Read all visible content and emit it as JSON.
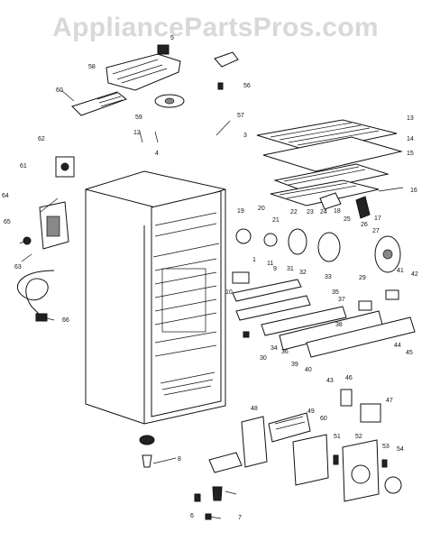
{
  "watermark": "AppliancePartsPros.com",
  "labels": [
    "58",
    "5",
    "60",
    "56",
    "59",
    "57",
    "3",
    "12",
    "4",
    "13",
    "14",
    "15",
    "16",
    "62",
    "61",
    "64",
    "65",
    "63",
    "66",
    "18",
    "19",
    "20",
    "21",
    "22",
    "23",
    "24",
    "25",
    "26",
    "17",
    "27",
    "1",
    "9",
    "11",
    "10",
    "32",
    "33",
    "35",
    "29",
    "41",
    "42",
    "31",
    "38",
    "37",
    "34",
    "36",
    "30",
    "39",
    "40",
    "43",
    "44",
    "45",
    "46",
    "47",
    "48",
    "49",
    "60",
    "51",
    "52",
    "53",
    "54",
    "8",
    "6",
    "7"
  ]
}
